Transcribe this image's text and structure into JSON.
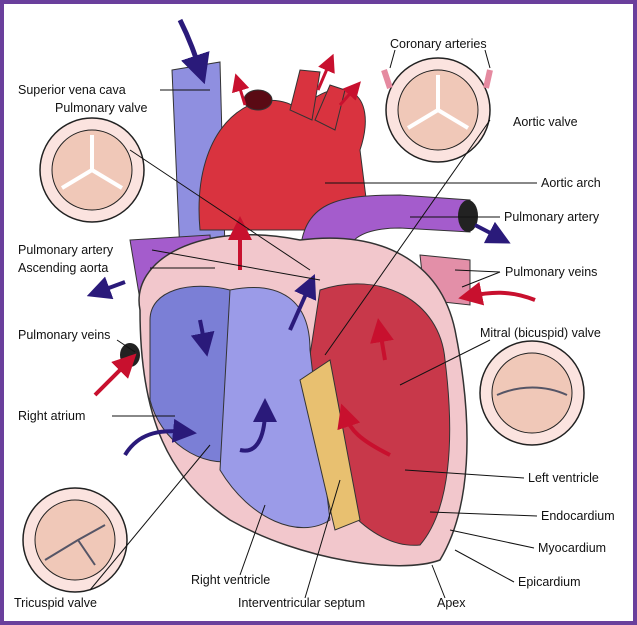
{
  "labels": {
    "coronary_arteries": "Coronary arteries",
    "superior_vena_cava": "Superior vena cava",
    "pulmonary_valve": "Pulmonary valve",
    "aortic_valve": "Aortic valve",
    "aortic_arch": "Aortic arch",
    "pulmonary_artery_right": "Pulmonary artery",
    "pulmonary_artery_left": "Pulmonary artery",
    "ascending_aorta": "Ascending aorta",
    "pulmonary_veins_right": "Pulmonary veins",
    "pulmonary_veins_left": "Pulmonary veins",
    "mitral_valve": "Mitral (bicuspid) valve",
    "right_atrium": "Right atrium",
    "left_ventricle": "Left ventricle",
    "endocardium": "Endocardium",
    "myocardium": "Myocardium",
    "epicardium": "Epicardium",
    "right_ventricle": "Right ventricle",
    "tricuspid_valve": "Tricuspid valve",
    "interventricular_septum": "Interventricular septum",
    "apex": "Apex"
  },
  "colors": {
    "frame": "#6a3f9c",
    "oxygenated": "#d9333f",
    "deoxygenated": "#7b7fd6",
    "arrow_red": "#c8102e",
    "arrow_blue": "#2a1a7a"
  }
}
